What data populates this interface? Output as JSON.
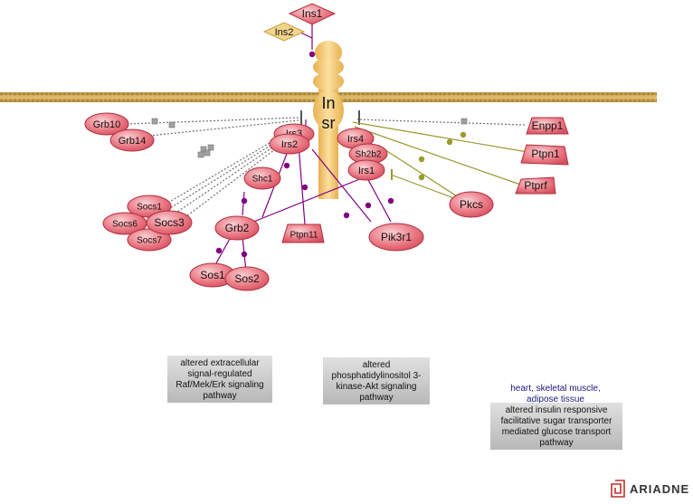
{
  "nodes": {
    "ins1": "Ins1",
    "ins2": "Ins2",
    "insr_line1": "In",
    "insr_line2": "sr",
    "grb10": "Grb10",
    "grb14": "Grb14",
    "irs3": "Irs3",
    "irs2": "Irs2",
    "irs4": "Irs4",
    "sh2b2": "Sh2b2",
    "irs1": "Irs1",
    "enpp1": "Enpp1",
    "ptpn1": "Ptpn1",
    "ptprf": "Ptprf",
    "pkcs": "Pkcs",
    "shc1": "Shc1",
    "socs1": "Socs1",
    "socs6": "Socs6",
    "socs3": "Socs3",
    "socs7": "Socs7",
    "grb2": "Grb2",
    "ptpn11": "Ptpn11",
    "pik3r1": "Pik3r1",
    "sos1": "Sos1",
    "sos2": "Sos2"
  },
  "pathways": {
    "erk": [
      "altered extracellular",
      "signal-regulated",
      "Raf/Mek/Erk signaling",
      "pathway"
    ],
    "akt": [
      "altered",
      "phosphatidylinositol 3-",
      "kinase-Akt signaling",
      "pathway"
    ],
    "glucose_caption": [
      "heart, skeletal muscle,",
      "adipose tissue"
    ],
    "glucose": [
      "altered insulin responsive",
      "facilitative sugar transporter",
      "mediated glucose transport",
      "pathway"
    ]
  },
  "logo": "ARIADNE",
  "colors": {
    "protein_fill": "#e8707a",
    "protein_stroke": "#b03040",
    "ligand_fill": "#f0d080",
    "membrane": "#c8a050",
    "receptor": "#f5c870",
    "edge_purple": "#800080",
    "edge_gray": "#707070",
    "edge_olive": "#9a9a30",
    "box_fill": "#c8c8c8"
  }
}
